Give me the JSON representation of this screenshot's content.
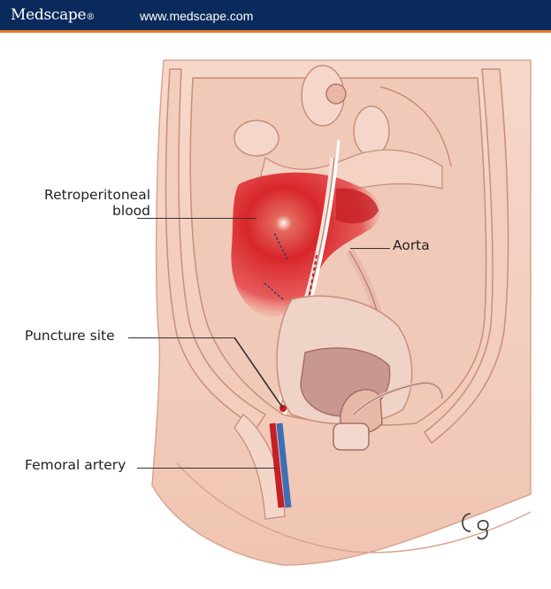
{
  "header": {
    "brand": "Medscape",
    "brand_mark": "®",
    "url": "www.medscape.com",
    "colors": {
      "bar": "#0b2a5c",
      "accent": "#e0782a"
    }
  },
  "labels": {
    "retro_line1": "Retroperitoneal",
    "retro_line2": "blood",
    "aorta": "Aorta",
    "puncture": "Puncture site",
    "femoral": "Femoral artery"
  },
  "artist_signature": "Cg"
}
